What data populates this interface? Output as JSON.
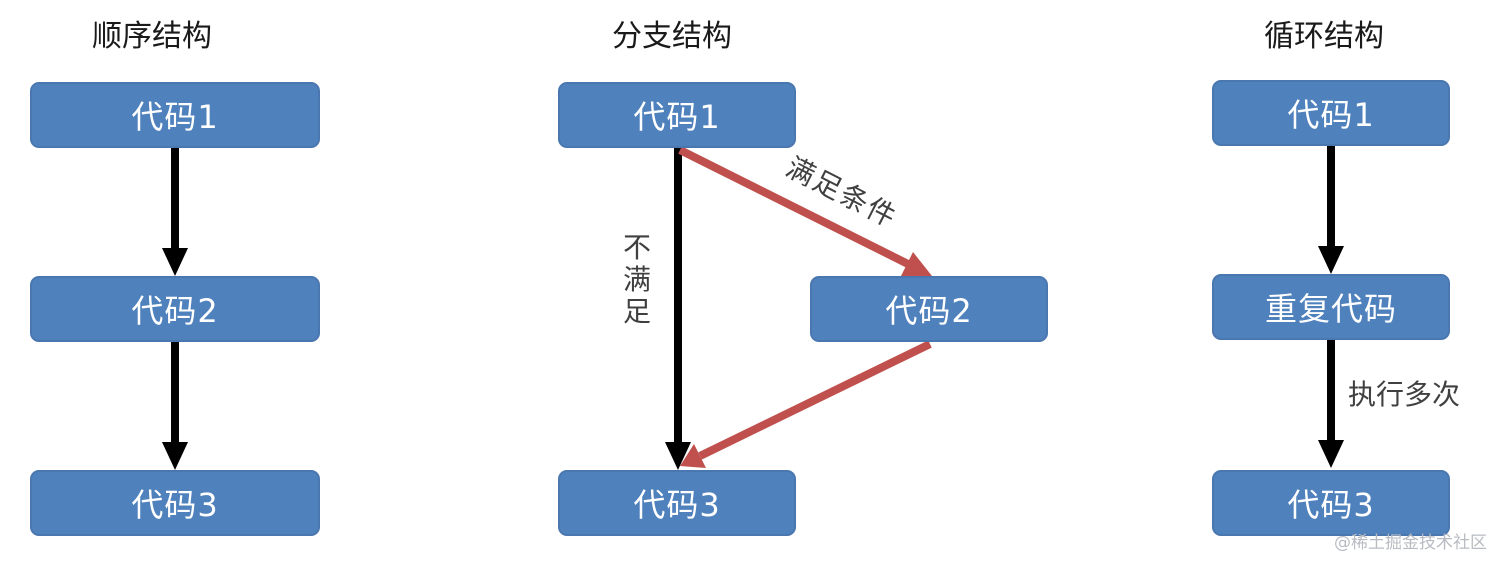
{
  "diagrams": {
    "sequential": {
      "title": "顺序结构",
      "box1": "代码1",
      "box2": "代码2",
      "box3": "代码3"
    },
    "branch": {
      "title": "分支结构",
      "box1": "代码1",
      "box2": "代码2",
      "box3": "代码3",
      "condition_true": "满足条件",
      "condition_false": "不满足"
    },
    "loop": {
      "title": "循环结构",
      "box1": "代码1",
      "box2": "重复代码",
      "box3": "代码3",
      "loop_label": "执行多次"
    }
  },
  "watermark": "@稀土掘金技术社区",
  "colors": {
    "box_fill": "#4f81bd",
    "box_text": "#ffffff",
    "arrow_black": "#000000",
    "arrow_red": "#c0504d",
    "label_text": "#404040"
  }
}
